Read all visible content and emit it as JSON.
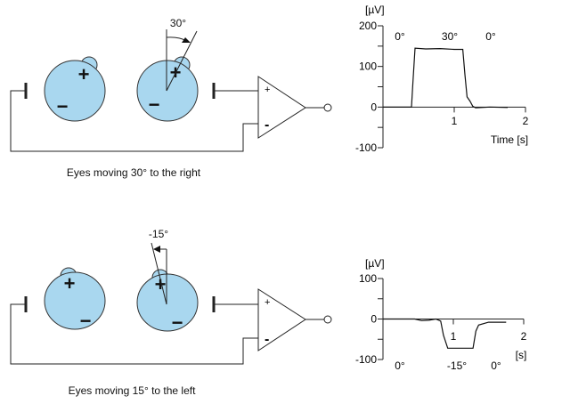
{
  "top": {
    "caption": "Eyes moving 30° to the right",
    "angle_label": "30°",
    "amp_plus": "+",
    "amp_minus": "-",
    "eye_plus": "+",
    "eye_minus": "−"
  },
  "bottom": {
    "caption": "Eyes moving 15° to the left",
    "angle_label": "-15°",
    "amp_plus": "+",
    "amp_minus": "-",
    "eye_plus": "+",
    "eye_minus": "−"
  },
  "chart_data": [
    {
      "type": "line",
      "ylabel": "[µV]",
      "xlabel": "Time [s]",
      "ylim": [
        -100,
        200
      ],
      "xlim": [
        0,
        2
      ],
      "yticks": [
        "200",
        "100",
        "0",
        "-100"
      ],
      "xticks": [
        "1",
        "2"
      ],
      "annotations": [
        "0°",
        "30°",
        "0°"
      ],
      "x": [
        0,
        0.4,
        0.42,
        0.45,
        0.6,
        0.8,
        1.0,
        1.12,
        1.15,
        1.18,
        1.22,
        1.26,
        1.3,
        1.5,
        1.75
      ],
      "y": [
        0,
        0,
        60,
        145,
        143,
        144,
        142,
        142,
        80,
        25,
        15,
        2,
        -2,
        0,
        -1
      ]
    },
    {
      "type": "line",
      "ylabel": "[µV]",
      "xlabel": "[s]",
      "ylim": [
        -100,
        100
      ],
      "xlim": [
        0,
        2
      ],
      "yticks": [
        "100",
        "0",
        "-100"
      ],
      "xticks": [
        "1",
        "2"
      ],
      "annotations": [
        "0°",
        "-15°",
        "0°"
      ],
      "x": [
        0,
        0.45,
        0.55,
        0.65,
        0.75,
        0.82,
        0.86,
        0.92,
        1.1,
        1.28,
        1.32,
        1.36,
        1.5,
        1.75
      ],
      "y": [
        0,
        0,
        -4,
        -3,
        0,
        -5,
        -40,
        -72,
        -72,
        -72,
        -30,
        -15,
        -8,
        -8
      ]
    }
  ]
}
